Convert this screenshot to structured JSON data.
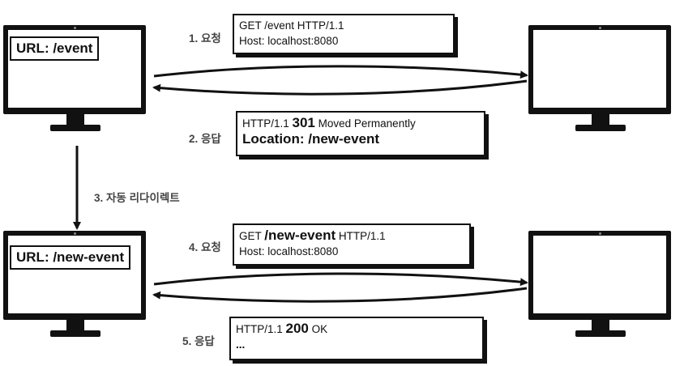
{
  "client_top": {
    "url_text": "URL: /event"
  },
  "client_bottom": {
    "url_text": "URL: /new-event"
  },
  "steps": {
    "s1": "1. 요청",
    "s2": "2. 응답",
    "s3": "3. 자동 리다이렉트",
    "s4": "4. 요청",
    "s5": "5. 응답"
  },
  "request1": {
    "line1": "GET /event HTTP/1.1",
    "line2": "Host: localhost:8080"
  },
  "response1": {
    "status_prefix": "HTTP/1.1 ",
    "status_code": "301",
    "status_text": " Moved Permanently",
    "location": "Location: /new-event"
  },
  "request2": {
    "method": "GET ",
    "path": "/new-event",
    "version": " HTTP/1.1",
    "host": "Host: localhost:8080"
  },
  "response2": {
    "status_prefix": "HTTP/1.1 ",
    "status_code": "200",
    "status_text": " OK",
    "body": "..."
  }
}
